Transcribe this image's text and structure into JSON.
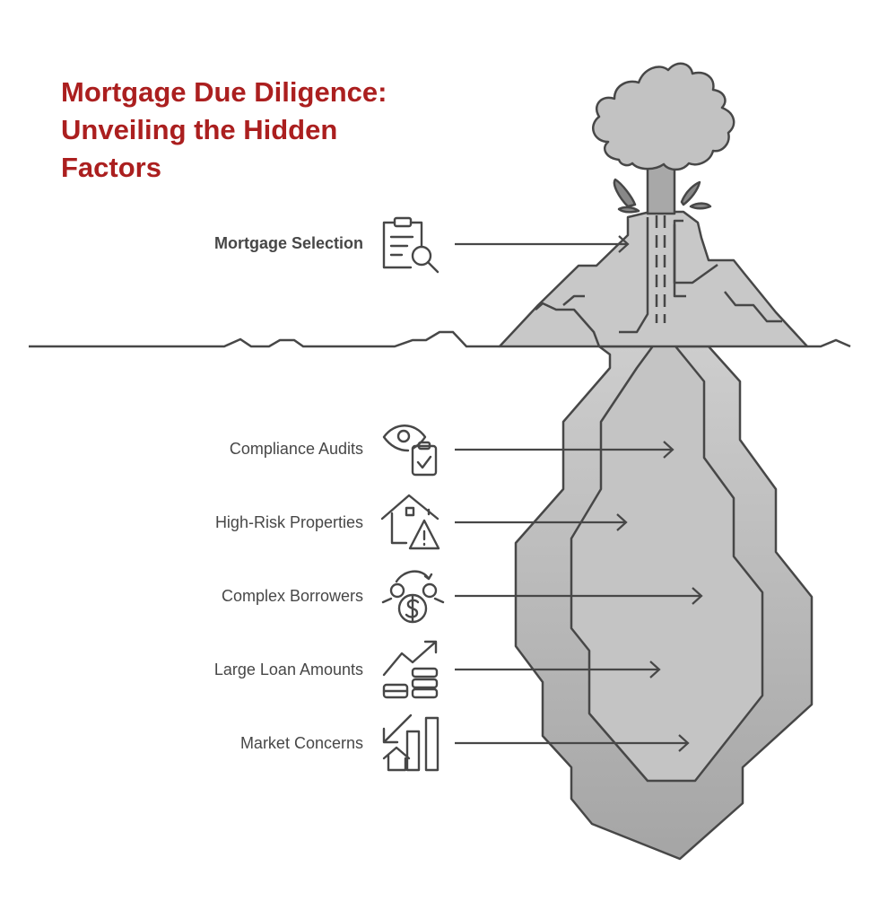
{
  "title": {
    "line1": "Mortgage Due Diligence:",
    "line2": "Unveiling the Hidden",
    "line3": "Factors"
  },
  "items": [
    {
      "label": "Mortgage Selection",
      "icon": "document-search-icon"
    },
    {
      "label": "Compliance Audits",
      "icon": "eye-clipboard-icon"
    },
    {
      "label": "High-Risk Properties",
      "icon": "house-warning-icon"
    },
    {
      "label": "Complex Borrowers",
      "icon": "money-exchange-icon"
    },
    {
      "label": "Large Loan Amounts",
      "icon": "growth-coins-icon"
    },
    {
      "label": "Market Concerns",
      "icon": "market-chart-house-icon"
    }
  ],
  "colors": {
    "title": "#ab1f1f",
    "stroke": "#474747",
    "fill": "#c8c8c8",
    "fill_dark": "#a8a8a8"
  }
}
